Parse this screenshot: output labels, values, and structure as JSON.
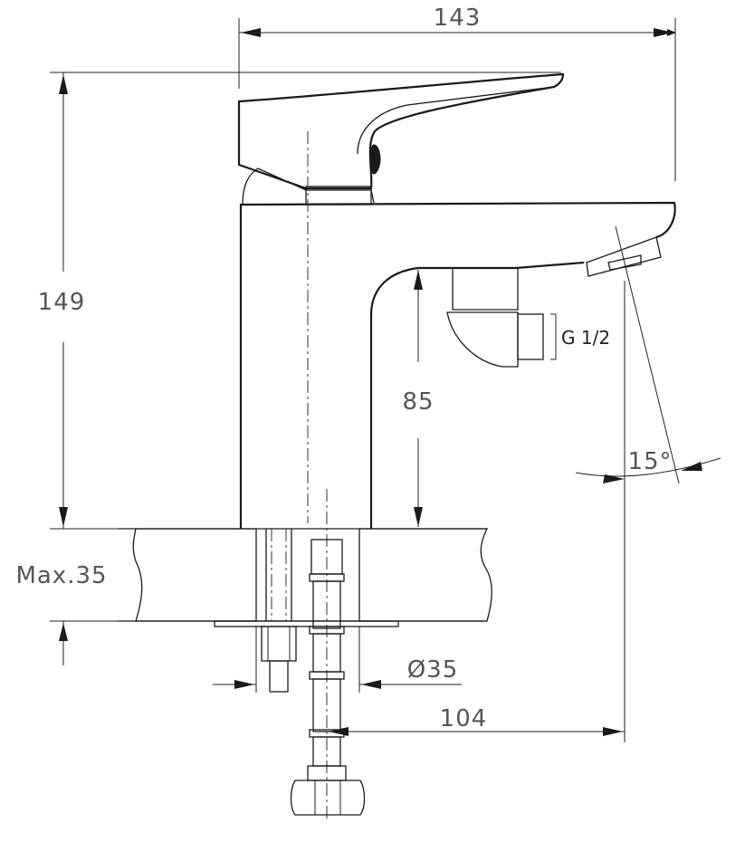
{
  "dimensions": {
    "width": "143",
    "height": "149",
    "spout_height": "85",
    "max_thickness": "Max.35",
    "hole_diameter": "Ø35",
    "reach": "104",
    "angle": "15°",
    "thread": "G 1/2"
  },
  "colors": {
    "line": "#1a1a1a",
    "text": "#555555",
    "hatch": "#333333"
  }
}
